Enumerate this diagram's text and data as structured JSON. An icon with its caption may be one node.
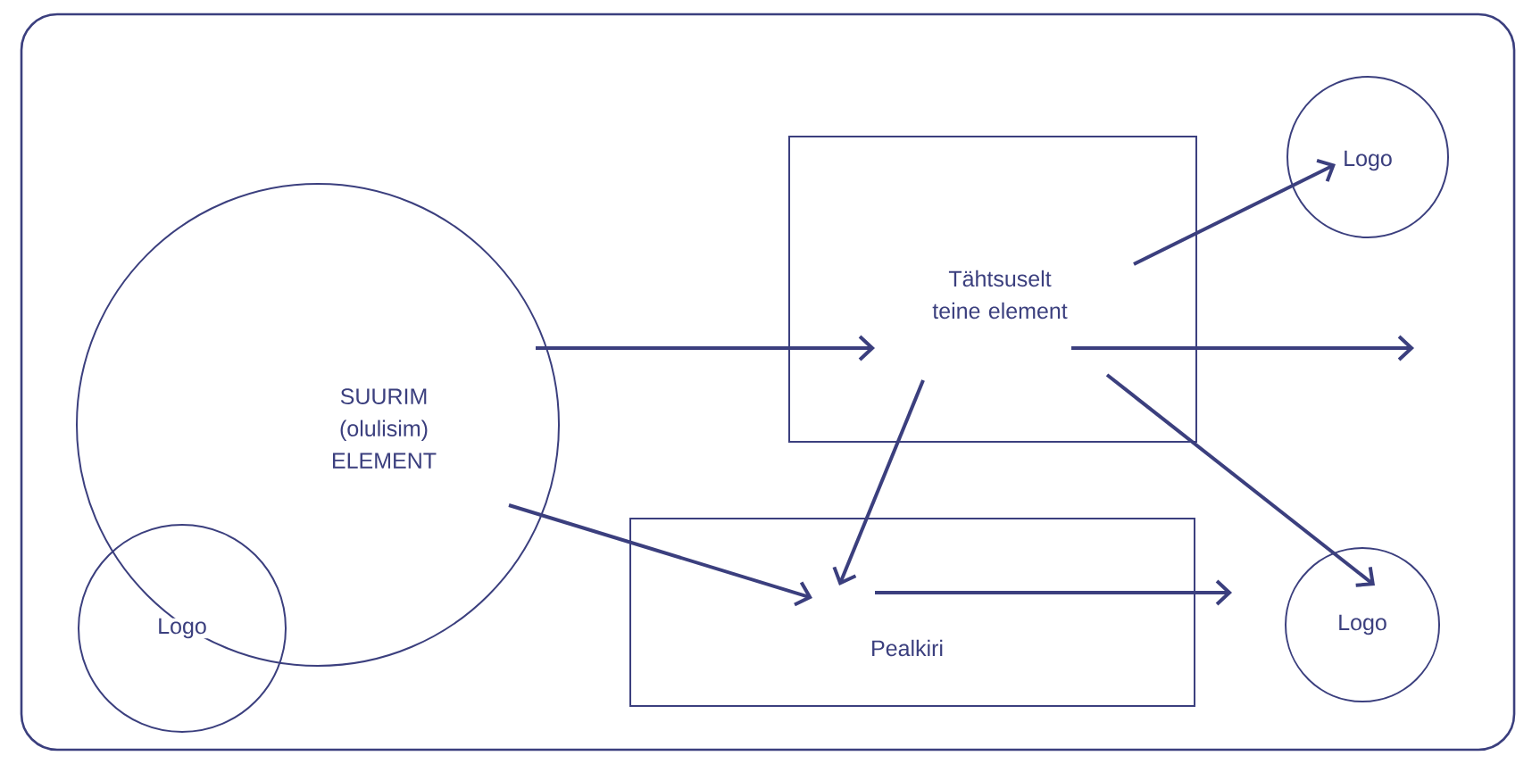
{
  "diagram": {
    "nodes": [
      {
        "text": [
          "SUURIM (olulisim) ELEMENT"
        ]
      },
      {
        "text": [
          "Tähtsuselt teine element"
        ]
      },
      {
        "text": [
          "Pealkiri"
        ]
      },
      {
        "text": [
          "Logo"
        ]
      },
      {
        "text": [
          "Logo"
        ]
      },
      {
        "text": [
          "Logo"
        ]
      }
    ],
    "edges": [
      {
        "from": 0,
        "to": 1,
        "arrow": "to"
      },
      {
        "from": 0,
        "to": 2,
        "arrow": "to"
      },
      {
        "from": 1,
        "to": 2,
        "arrow": "to"
      },
      {
        "from": 1,
        "to": 3,
        "arrow": "to"
      },
      {
        "from": 1,
        "to": null,
        "arrow": "to"
      },
      {
        "from": 1,
        "to": 4,
        "arrow": "to"
      },
      {
        "from": 2,
        "to": null,
        "arrow": "to"
      }
    ]
  }
}
